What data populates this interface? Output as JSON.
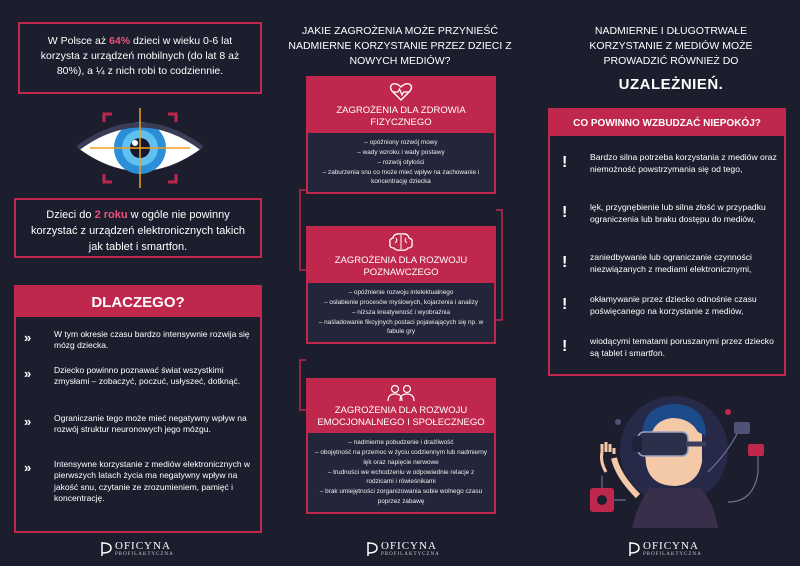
{
  "left": {
    "stat1": {
      "pre": "W Polsce aż ",
      "highlight": "64%",
      "post": " dzieci w wieku 0-6 lat korzysta z urządzeń mobilnych (do lat 8 aż 80%), a ¼ z nich robi to codziennie."
    },
    "stat2": {
      "pre": "Dzieci do ",
      "highlight": "2 roku",
      "post": " w ogóle nie powinny korzystać z urządzeń elektronicznych takich jak tablet i smartfon."
    },
    "why": {
      "title": "DLACZEGO?",
      "items": [
        "W tym okresie czasu bardzo intensywnie rozwija się mózg dziecka.",
        "Dziecko powinno poznawać świat wszystkimi zmysłami – zobaczyć, poczuć, usłyszeć, dotknąć.",
        "Ograniczanie tego może mieć negatywny wpływ na rozwój struktur neuronowych jego mózgu.",
        "Intensywne korzystanie z mediów elektronicznych w pierwszych latach życia ma negatywny wpływ na jakość snu, czytanie ze zrozumieniem, pamięć i koncentrację."
      ]
    }
  },
  "middle": {
    "title": "JAKIE ZAGROŻENIA MOŻE PRZYNIEŚĆ NADMIERNE KORZYSTANIE PRZEZ DZIECI Z NOWYCH MEDIÓW?",
    "cards": [
      {
        "title": "ZAGROŻENIA DLA ZDROWIA FIZYCZNEGO",
        "lines": [
          "– opóźniony rozwój mowy",
          "– wady wzroku i wady postawy",
          "– rozwój otyłości",
          "– zaburzenia snu co może mieć wpływ na zachowanie i koncentrację dziecka"
        ]
      },
      {
        "title": "ZAGROŻENIA DLA ROZWOJU POZNAWCZEGO",
        "lines": [
          "– opóźnienie rozwoju intelektualnego",
          "– osłabienie procesów myślowych, kojarzenia i analizy",
          "– niższa kreatywność i wyobraźnia",
          "– naśladowanie fikcyjnych postaci pojawiających się np. w fabule gry"
        ]
      },
      {
        "title": "ZAGROŻENIA DLA ROZWOJU EMOCJONALNEGO I SPOŁECZNEGO",
        "lines": [
          "– nadmierne pobudzenie i drażliwość",
          "– obojętność na przemoc w życiu codziennym lub nadmierny lęk oraz napięcie nerwowe",
          "– trudności we wchodzeniu w odpowiednie relacje z rodzicami i rówieśnikami",
          "– brak umiejętności zorganizowania sobie wolnego czasu poprzez zabawę"
        ]
      }
    ]
  },
  "right": {
    "title": "NADMIERNE I DŁUGOTRWAŁE KORZYSTANIE Z MEDIÓW MOŻE PROWADZIĆ RÓWNIEŻ DO",
    "title_big": "UZALEŻNIEŃ.",
    "worry": {
      "title": "CO POWINNO WZBUDZAĆ NIEPOKÓJ?",
      "items": [
        "Bardzo silna potrzeba korzystania z mediów oraz niemożność powstrzymania się od tego,",
        "lęk, przygnębienie lub silna złość w przypadku ograniczenia lub braku dostępu do mediów,",
        "zaniedbywanie lub ograniczanie czynności niezwiązanych z mediami elektronicznymi,",
        "okłamywanie przez dziecko odnośnie czasu poświęcanego na korzystanie z mediów,",
        "wiodącymi tematami poruszanymi przez dziecko są tablet i smartfon."
      ]
    }
  },
  "logo": {
    "name": "OFICYNA",
    "sub": "PROFILAKTYCZNA"
  },
  "colors": {
    "background": "#1c1e2e",
    "accent": "#c0274d",
    "highlight": "#e8547a"
  }
}
